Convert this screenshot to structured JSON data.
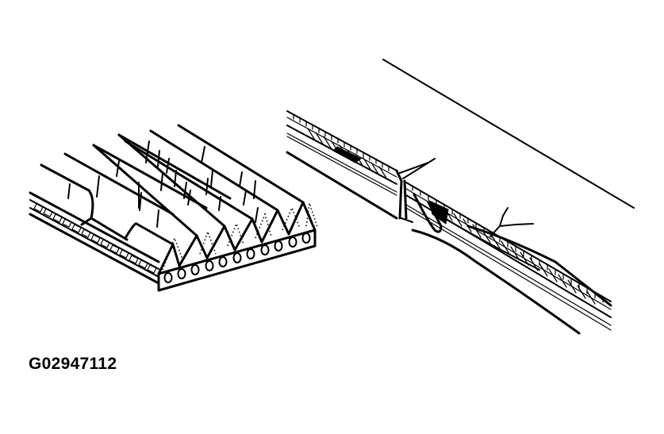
{
  "figure": {
    "caption": "G02947112",
    "background": "#ffffff",
    "ink": "#000000",
    "panels": [
      {
        "name": "ribbed-belt-cross-section",
        "description": "Multi-rib (V-ribbed) belt shown in perspective with rib cracks"
      },
      {
        "name": "belt-side-view-damage",
        "description": "Belt side view showing separated layers, tear and crack"
      }
    ]
  }
}
